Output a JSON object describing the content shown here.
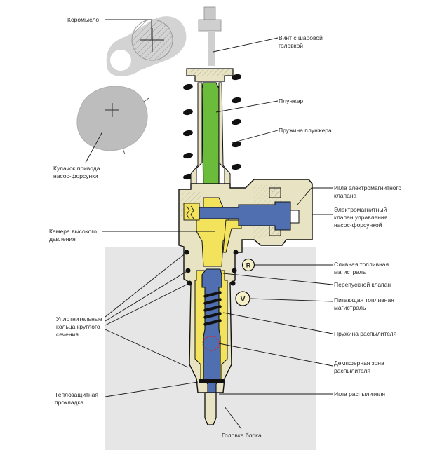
{
  "diagram": {
    "labels": {
      "rocker": "Коромысло",
      "screw_line1": "Винт с шаровой",
      "screw_line2": "головкой",
      "plunger": "Плунжер",
      "plunger_spring": "Пружина плунжера",
      "cam_line1": "Кулачок привода",
      "cam_line2": "насос-форсунки",
      "needle_sol_line1": "Игла электромагнитного",
      "needle_sol_line2": "клапана",
      "solenoid_line1": "Электромагнитный",
      "solenoid_line2": "клапан управления",
      "solenoid_line3": "насос-форсункой",
      "chamber_line1": "Камера высокого",
      "chamber_line2": "давления",
      "return_line1": "Сливная топливная",
      "return_line2": "магистраль",
      "bypass": "Перепускной клапан",
      "supply_line1": "Питающая топливная",
      "supply_line2": "магистраль",
      "orings_line1": "Уплотнительные",
      "orings_line2": "кольца круглого",
      "orings_line3": "сечения",
      "nozzle_spring": "Пружина распылителя",
      "damper_line1": "Демпферная зона",
      "damper_line2": "распылителя",
      "heat_line1": "Теплозащитная",
      "heat_line2": "прокладка",
      "nozzle_needle": "Игла распылителя",
      "head": "Головка блока"
    },
    "badges": {
      "return": "R",
      "supply": "V"
    },
    "colors": {
      "plunger": "#6cbc3c",
      "fuel": "#f2e25c",
      "solenoid": "#4f6fb0",
      "body": "#e8e4c3",
      "block": "#e6e6e6",
      "rocker": "#d3d3d3",
      "cam": "#bdbdbd"
    }
  }
}
